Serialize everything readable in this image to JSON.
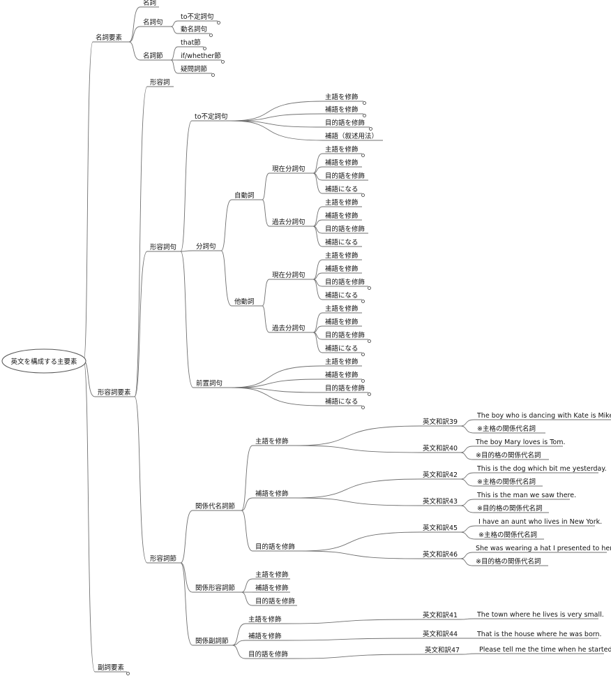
{
  "root": "英文を構成する主要素",
  "branches": [
    {
      "label": "名詞要素",
      "children": [
        {
          "label": "名詞"
        },
        {
          "label": "名詞句",
          "children": [
            {
              "label": "to不定詞句"
            },
            {
              "label": "動名詞句"
            }
          ]
        },
        {
          "label": "名詞節",
          "children": [
            {
              "label": "that節"
            },
            {
              "label": "if/whether節"
            },
            {
              "label": "疑問詞節"
            }
          ]
        }
      ]
    },
    {
      "label": "形容詞要素",
      "children": [
        {
          "label": "形容詞"
        },
        {
          "label": "形容詞句",
          "children": [
            {
              "label": "to不定詞句",
              "children": [
                {
                  "label": "主語を修飾"
                },
                {
                  "label": "補語を修飾"
                },
                {
                  "label": "目的語を修飾"
                },
                {
                  "label": "補語（叙述用法）"
                }
              ]
            },
            {
              "label": "分詞句",
              "children": [
                {
                  "label": "自動詞",
                  "children": [
                    {
                      "label": "現在分詞句",
                      "children": [
                        {
                          "label": "主語を修飾"
                        },
                        {
                          "label": "補語を修飾"
                        },
                        {
                          "label": "目的語を修飾"
                        },
                        {
                          "label": "補語になる"
                        }
                      ]
                    },
                    {
                      "label": "過去分詞句",
                      "children": [
                        {
                          "label": "主語を修飾"
                        },
                        {
                          "label": "補語を修飾"
                        },
                        {
                          "label": "目的語を修飾"
                        },
                        {
                          "label": "補語になる"
                        }
                      ]
                    }
                  ]
                },
                {
                  "label": "他動詞",
                  "children": [
                    {
                      "label": "現在分詞句",
                      "children": [
                        {
                          "label": "主語を修飾"
                        },
                        {
                          "label": "補語を修飾"
                        },
                        {
                          "label": "目的語を修飾"
                        },
                        {
                          "label": "補語になる"
                        }
                      ]
                    },
                    {
                      "label": "過去分詞句",
                      "children": [
                        {
                          "label": "主語を修飾"
                        },
                        {
                          "label": "補語を修飾"
                        },
                        {
                          "label": "目的語を修飾"
                        },
                        {
                          "label": "補語になる"
                        }
                      ]
                    }
                  ]
                }
              ]
            },
            {
              "label": "前置詞句",
              "children": [
                {
                  "label": "主語を修飾"
                },
                {
                  "label": "補語を修飾"
                },
                {
                  "label": "目的語を修飾"
                },
                {
                  "label": "補語になる"
                }
              ]
            }
          ]
        },
        {
          "label": "形容詞節",
          "children": [
            {
              "label": "関係代名詞節",
              "children": [
                {
                  "label": "主語を修飾",
                  "children": [
                    {
                      "label": "英文和訳39",
                      "children": [
                        {
                          "label": "The boy who is dancing with Kate is Mike."
                        },
                        {
                          "label": "※主格の関係代名詞"
                        }
                      ]
                    },
                    {
                      "label": "英文和訳40",
                      "children": [
                        {
                          "label": "The boy Mary loves is Tom."
                        },
                        {
                          "label": "※目的格の関係代名詞"
                        }
                      ]
                    }
                  ]
                },
                {
                  "label": "補語を修飾",
                  "children": [
                    {
                      "label": "英文和訳42",
                      "children": [
                        {
                          "label": "This is the dog which bit me yesterday."
                        },
                        {
                          "label": "※主格の関係代名詞"
                        }
                      ]
                    },
                    {
                      "label": "英文和訳43",
                      "children": [
                        {
                          "label": "This is the man we saw there."
                        },
                        {
                          "label": "※目的格の関係代名詞"
                        }
                      ]
                    }
                  ]
                },
                {
                  "label": "目的語を修飾",
                  "children": [
                    {
                      "label": "英文和訳45",
                      "children": [
                        {
                          "label": "I have an aunt who lives in New York."
                        },
                        {
                          "label": "※主格の関係代名詞"
                        }
                      ]
                    },
                    {
                      "label": "英文和訳46",
                      "children": [
                        {
                          "label": "She was wearing a hat I presented to her."
                        },
                        {
                          "label": "※目的格の関係代名詞"
                        }
                      ]
                    }
                  ]
                }
              ]
            },
            {
              "label": "関係形容詞節",
              "children": [
                {
                  "label": "主語を修飾"
                },
                {
                  "label": "補語を修飾"
                },
                {
                  "label": "目的語を修飾"
                }
              ]
            },
            {
              "label": "関係副詞節",
              "children": [
                {
                  "label": "主語を修飾",
                  "children": [
                    {
                      "label": "英文和訳41",
                      "children": [
                        {
                          "label": "The town where he lives is very small."
                        }
                      ]
                    }
                  ]
                },
                {
                  "label": "補語を修飾",
                  "children": [
                    {
                      "label": "英文和訳44",
                      "children": [
                        {
                          "label": "That is the house where he was born."
                        }
                      ]
                    }
                  ]
                },
                {
                  "label": "目的語を修飾",
                  "children": [
                    {
                      "label": "英文和訳47",
                      "children": [
                        {
                          "label": "Please tell me the time when he started."
                        }
                      ]
                    }
                  ]
                }
              ]
            }
          ]
        }
      ]
    },
    {
      "label": "副詞要素"
    }
  ]
}
